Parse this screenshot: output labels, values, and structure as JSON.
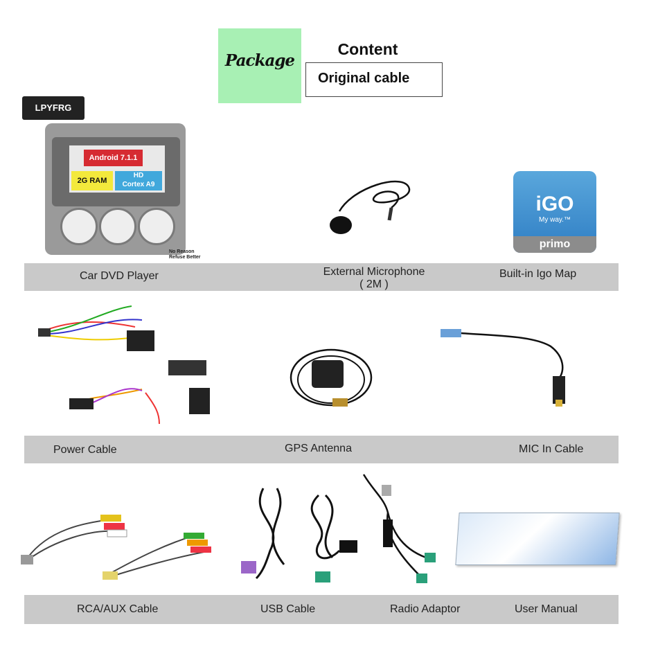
{
  "header": {
    "package_label": "Package",
    "content_title": "Content",
    "original_cable": "Original cable"
  },
  "stereo": {
    "brand_tag": "LPYFRG",
    "android": "Android 7.1.1",
    "ram": "2G RAM",
    "cpu_line1": "HD",
    "cpu_line2": "Cortex A9",
    "note_line1": "No Reason",
    "note_line2": "Refuse Better"
  },
  "igo": {
    "logo": "iGO",
    "tagline": "My way.™",
    "edition": "primo"
  },
  "captions": {
    "car_dvd_player": "Car DVD Player",
    "external_microphone_line1": "External Microphone",
    "external_microphone_line2": "( 2M )",
    "builtin_igo_map": "Built-in Igo Map",
    "power_cable": "Power Cable",
    "gps_antenna": "GPS Antenna",
    "mic_in_cable": "MIC In Cable",
    "rca_aux_cable": "RCA/AUX Cable",
    "usb_cable": "USB Cable",
    "radio_adaptor": "Radio Adaptor",
    "user_manual": "User Manual"
  },
  "colors": {
    "package_box": "#a8f0b4",
    "band": "#c9c9c9",
    "igo_blue": "#3a8bd0"
  }
}
